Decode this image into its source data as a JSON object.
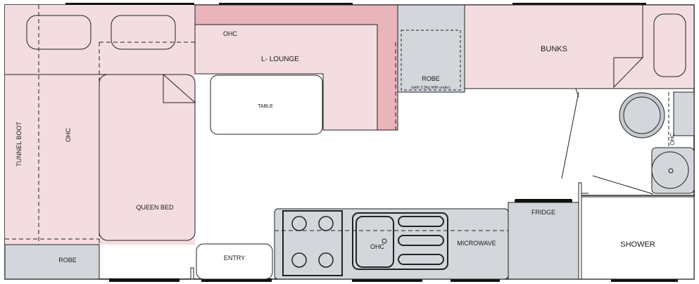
{
  "colors": {
    "pink": "#f3dde0",
    "pink_dark": "#e9b4ba",
    "grey": "#d3d7dc",
    "grey_dark": "#c5cacf",
    "line": "#222222",
    "wall": "#111111"
  },
  "labels": {
    "tunnel_boot": "TUNNEL BOOT",
    "ohc_left": "OHC",
    "queen_bed": "QUEEN BED",
    "robe_left": "ROBE",
    "ohc_top": "OHC",
    "l_lounge": "L- LOUNGE",
    "table": "TABLE",
    "robe_top": "ROBE",
    "robe_note": "(with 3.2kg WM under)",
    "bunks": "BUNKS",
    "ohc_bath": "OHC",
    "entry": "ENTRY",
    "ohc_kitchen": "OHC",
    "microwave": "MICROWAVE",
    "fridge": "FRIDGE",
    "shower": "SHOWER"
  }
}
